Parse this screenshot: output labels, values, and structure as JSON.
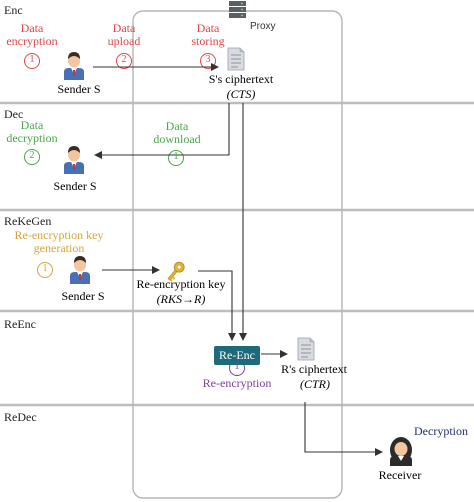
{
  "phases": {
    "enc": "Enc",
    "dec": "Dec",
    "rekegen": "ReKeGen",
    "reenc": "ReEnc",
    "redec": "ReDec"
  },
  "proxy": {
    "label": "Proxy"
  },
  "enc": {
    "step1": "Data encryption",
    "step1_num": "1",
    "step2": "Data upload",
    "step2_num": "2",
    "step3": "Data storing",
    "step3_num": "3",
    "sender": "Sender S",
    "ciphertext": "S's ciphertext",
    "ciphertext_sym": "(CTS)"
  },
  "dec": {
    "step1": "Data decryption",
    "step1_num": "2",
    "step2": "Data download",
    "step2_num": "1",
    "sender": "Sender S"
  },
  "rekegen": {
    "step": "Re-encryption key generation",
    "step_num": "1",
    "sender": "Sender S",
    "key_label": "Re-encryption key",
    "key_sym": "(RKS→R)"
  },
  "reenc": {
    "badge": "Re-Enc",
    "num": "1",
    "label": "Re-encryption",
    "ciphertext": "R's ciphertext",
    "ciphertext_sym": "(CTR)"
  },
  "redec": {
    "label": "Decryption",
    "receiver": "Receiver"
  },
  "colors": {
    "red": "#e0474c",
    "green": "#4aa64a",
    "orange": "#d8a53a",
    "purple": "#7e3ea0",
    "navy": "#24306a",
    "teal": "#1d6a7a"
  }
}
